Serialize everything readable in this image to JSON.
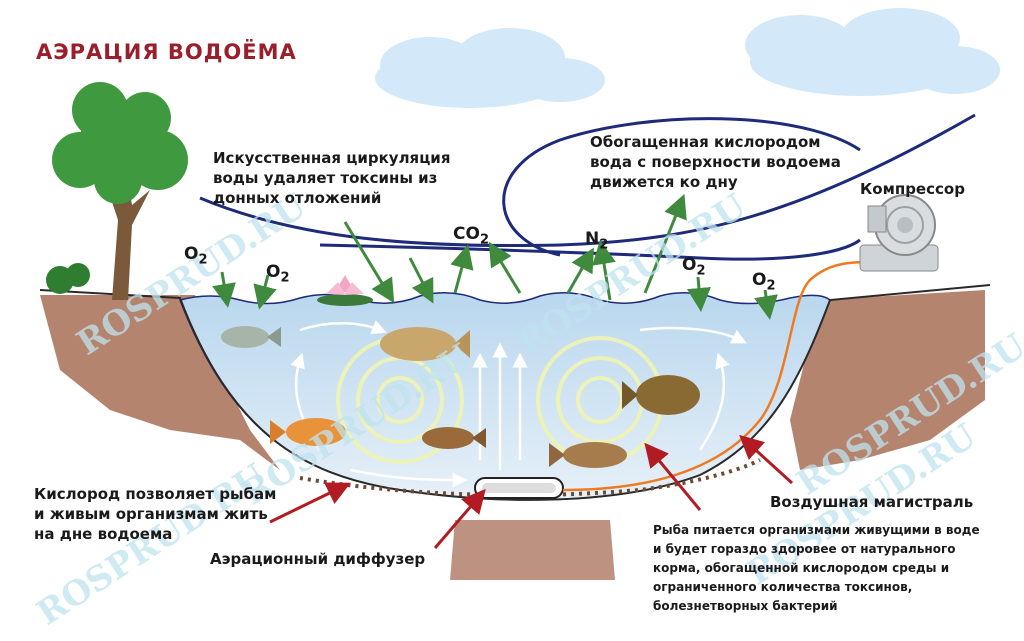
{
  "title": "АЭРАЦИЯ ВОДОЁМА",
  "labels": {
    "circulation": "Искусственная циркуляция\nводы удаляет токсины из\nдонных отложений",
    "oxygen_surface": "Обогащенная кислородом\nвода с поверхности водоема\nдвижется ко дну",
    "compressor": "Компрессор",
    "oxygen_life": "Кислород позволяет рыбам\nи живым организмам жить\nна дне водоема",
    "diffuser": "Аэрационный диффузер",
    "air_line": "Воздушная магистраль",
    "fish_note": "Рыба питается организмами живущими в воде\nи будет гораздо здоровее от натурального\nкорма, обогащенной кислородом среды и\nограниченного количества токсинов,\nболезнетворных бактерий"
  },
  "gases": {
    "o2": "O",
    "o2_sub": "2",
    "co2": "CO",
    "co2_sub": "2",
    "n2": "N",
    "n2_sub": "2"
  },
  "watermark": "ROSPRUD.RU",
  "colors": {
    "title": "#9a1f2a",
    "water": "#cfe3f3",
    "soil": "#a86e55",
    "arrow_green": "#3f8a3c",
    "arrow_red": "#b31b23",
    "air_pipe": "#f07a22",
    "wind": "#1e2a7a"
  }
}
